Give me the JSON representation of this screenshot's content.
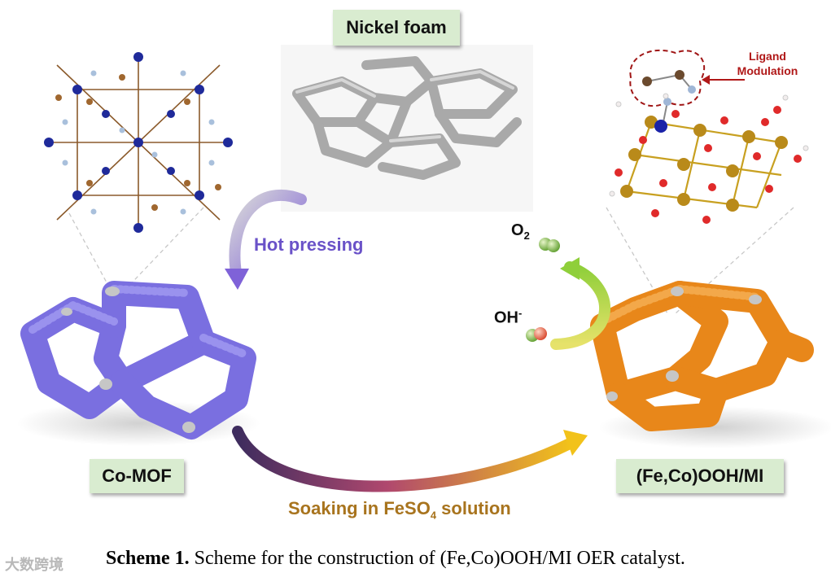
{
  "labels": {
    "nickel_foam": "Nickel foam",
    "co_mof": "Co-MOF",
    "product": "(Fe,Co)OOH/MI"
  },
  "arrows": {
    "hot_pressing": "Hot pressing",
    "soaking_prefix": "Soaking in FeSO",
    "soaking_sub": "4",
    "soaking_suffix": " solution"
  },
  "reaction": {
    "o2_base": "O",
    "o2_sub": "2",
    "oh_base": "OH",
    "oh_sup": "-"
  },
  "annotation": {
    "line1": "Ligand",
    "line2": "Modulation"
  },
  "caption": {
    "bold": "Scheme 1.",
    "text": " Scheme for the construction of (Fe,Co)OOH/MI OER catalyst."
  },
  "watermark": "大数跨境",
  "colors": {
    "mof_purple": "#7a6fe0",
    "product_orange": "#e8871a",
    "nickel_gray": "#b8b8b8",
    "label_green": "#d9ecd0",
    "hot_pressing_text": "#6a52c8",
    "soaking_text": "#a8741e",
    "annotation_red": "#b01818"
  }
}
